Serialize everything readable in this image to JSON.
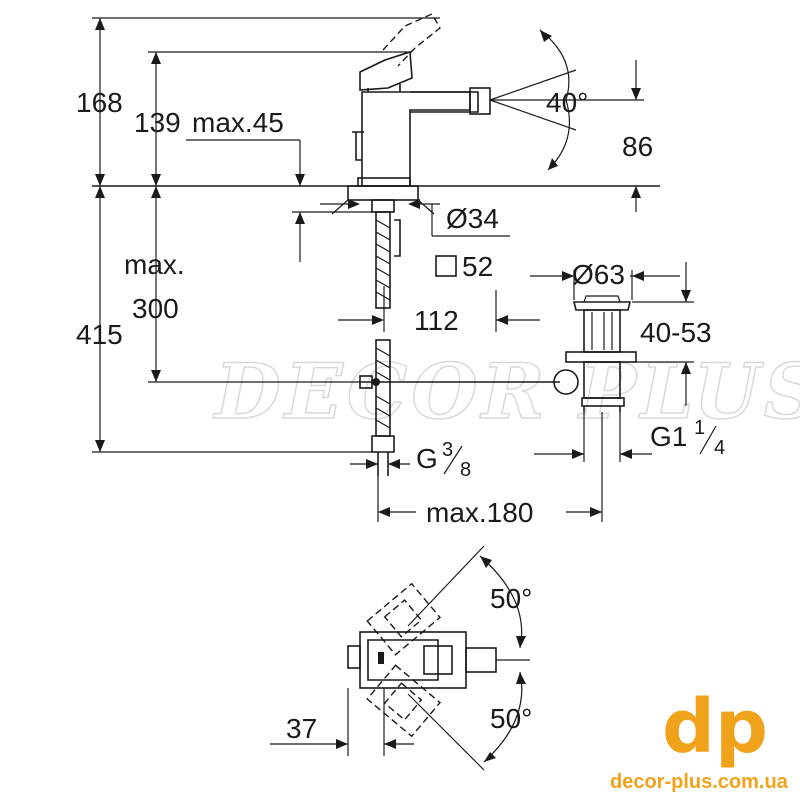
{
  "diagram": {
    "dimensions": {
      "height_total": "168",
      "height_spout": "139",
      "max_45": "max.45",
      "angle_top": "40°",
      "waste_height": "86",
      "diameter_34": "Ø34",
      "square_52": "52",
      "max_label": "max.",
      "depth_300": "300",
      "depth_415": "415",
      "spacing_112": "112",
      "diameter_63": "Ø63",
      "range_40_53": "40-53",
      "thread_g38": "G 3/8",
      "thread_g38_base": "G",
      "thread_g38_num": "3",
      "thread_g38_den": "8",
      "thread_g114": "G1 1/4",
      "thread_g114_base": "G1",
      "thread_g114_num": "1",
      "thread_g114_den": "4",
      "max_180": "max.180",
      "angle_50_upper": "50°",
      "angle_50_lower": "50°",
      "offset_37": "37"
    }
  },
  "watermark": {
    "text": "DECOR PLUS"
  },
  "logo": {
    "letters": "dp",
    "url": "decor-plus.com.ua",
    "color": "#f0a21a"
  }
}
